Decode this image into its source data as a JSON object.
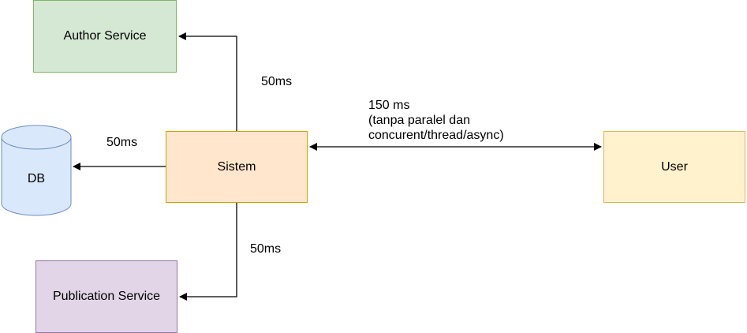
{
  "nodes": {
    "author": "Author Service",
    "db": "DB",
    "sistem": "Sistem",
    "publication": "Publication Service",
    "user": "User"
  },
  "edges": {
    "sistem_to_author": "50ms",
    "sistem_to_db": "50ms",
    "sistem_to_publication": "50ms",
    "sistem_user": {
      "line1": "150 ms",
      "line2": "(tanpa paralel dan",
      "line3": "concurent/thread/async)"
    }
  },
  "colors": {
    "author_fill": "#d5e8d4",
    "author_stroke": "#82b366",
    "publication_fill": "#e1d5e7",
    "publication_stroke": "#9673a6",
    "sistem_fill": "#ffe6cc",
    "sistem_stroke": "#d79b00",
    "user_fill": "#fff2cc",
    "user_stroke": "#d6b656",
    "db_fill": "#dae8fc",
    "db_stroke": "#6c8ebf"
  }
}
